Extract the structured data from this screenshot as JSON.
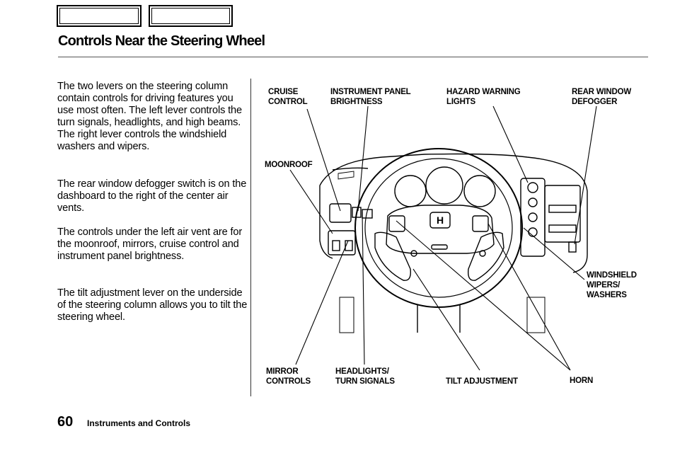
{
  "nav": {
    "box1": "",
    "box2": ""
  },
  "title": "Controls Near the Steering Wheel",
  "paragraphs": [
    "The two levers on the steering column contain controls for driving features you use most often. The left lever controls the turn signals, headlights, and high beams. The right lever controls the windshield washers and wipers.",
    "The rear window defogger switch is on the dashboard to the right of the center air vents.",
    "The controls under the left air vent are for the moonroof, mirrors, cruise control and instrument panel brightness.",
    "The tilt adjustment lever on the underside of the steering column allows you to tilt the steering wheel."
  ],
  "labels": {
    "cruise_control": [
      "CRUISE",
      "CONTROL"
    ],
    "instrument_panel_brightness": [
      "INSTRUMENT PANEL",
      "BRIGHTNESS"
    ],
    "hazard_warning_lights": [
      "HAZARD WARNING",
      "LIGHTS"
    ],
    "rear_window_defogger": [
      "REAR WINDOW",
      "DEFOGGER"
    ],
    "moonroof": [
      "MOONROOF"
    ],
    "windshield_wipers_washers": [
      "WINDSHIELD",
      "WIPERS/",
      "WASHERS"
    ],
    "mirror_controls": [
      "MIRROR",
      "CONTROLS"
    ],
    "headlights_turn_signals": [
      "HEADLIGHTS/",
      "TURN SIGNALS"
    ],
    "tilt_adjustment": [
      "TILT ADJUSTMENT"
    ],
    "horn": [
      "HORN"
    ]
  },
  "footer": {
    "page_number": "60",
    "section": "Instruments and Controls"
  }
}
